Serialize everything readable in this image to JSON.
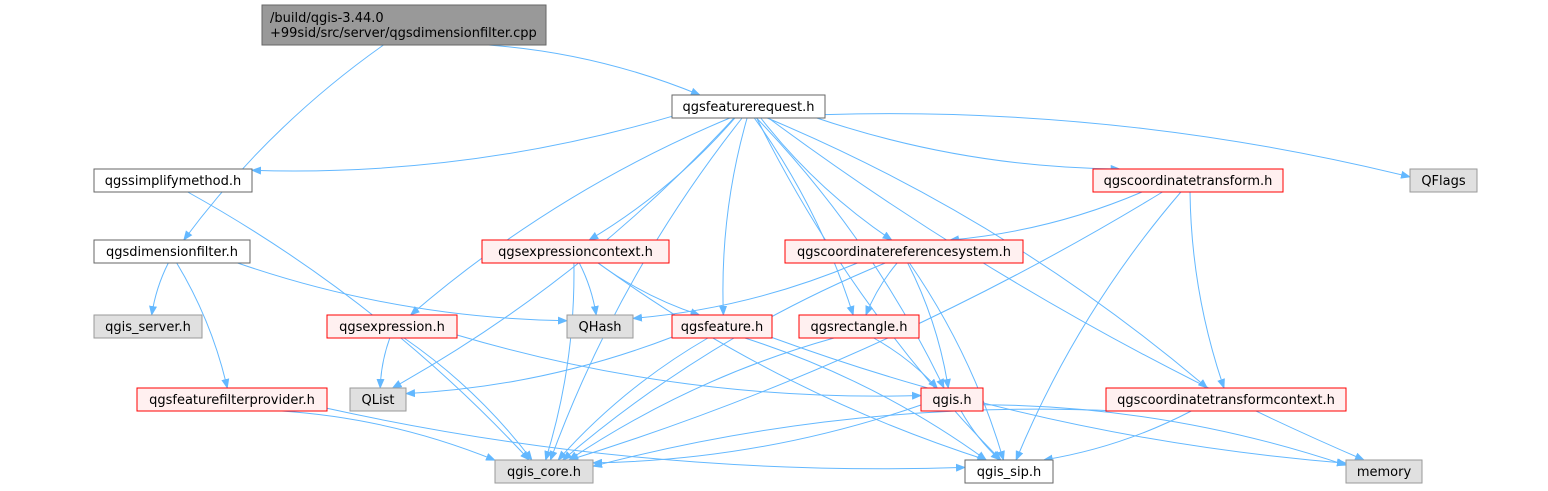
{
  "colors": {
    "edge": "#63b8ff",
    "root_fill": "#999999",
    "root_stroke": "#666666",
    "plain_fill": "#ffffff",
    "plain_stroke": "#666666",
    "red_fill": "#fff0f0",
    "red_stroke": "#ff0000",
    "gray_fill": "#e0e0e0",
    "gray_stroke": "#999999",
    "text": "#000000"
  },
  "nodes": [
    {
      "id": "root",
      "lines": [
        "/build/qgis-3.44.0",
        "+99sid/src/server/qgsdimensionfilter.cpp"
      ],
      "style": "root"
    },
    {
      "id": "featurerequest",
      "lines": [
        "qgsfeaturerequest.h"
      ],
      "style": "plain"
    },
    {
      "id": "simplifymethod",
      "lines": [
        "qgssimplifymethod.h"
      ],
      "style": "plain"
    },
    {
      "id": "dimensionfilter",
      "lines": [
        "qgsdimensionfilter.h"
      ],
      "style": "plain"
    },
    {
      "id": "coordtransform",
      "lines": [
        "qgscoordinatetransform.h"
      ],
      "style": "red"
    },
    {
      "id": "qflags",
      "lines": [
        "QFlags"
      ],
      "style": "gray"
    },
    {
      "id": "exprcontext",
      "lines": [
        "qgsexpressioncontext.h"
      ],
      "style": "red"
    },
    {
      "id": "crs",
      "lines": [
        "qgscoordinatereferencesystem.h"
      ],
      "style": "red"
    },
    {
      "id": "qgis_server",
      "lines": [
        "qgis_server.h"
      ],
      "style": "gray"
    },
    {
      "id": "qhash",
      "lines": [
        "QHash"
      ],
      "style": "gray"
    },
    {
      "id": "expression",
      "lines": [
        "qgsexpression.h"
      ],
      "style": "red"
    },
    {
      "id": "feature",
      "lines": [
        "qgsfeature.h"
      ],
      "style": "red"
    },
    {
      "id": "rectangle",
      "lines": [
        "qgsrectangle.h"
      ],
      "style": "red"
    },
    {
      "id": "featurefilterprovider",
      "lines": [
        "qgsfeaturefilterprovider.h"
      ],
      "style": "red"
    },
    {
      "id": "qlist",
      "lines": [
        "QList"
      ],
      "style": "gray"
    },
    {
      "id": "qgis",
      "lines": [
        "qgis.h"
      ],
      "style": "red"
    },
    {
      "id": "coordtransformcontext",
      "lines": [
        "qgscoordinatetransformcontext.h"
      ],
      "style": "red"
    },
    {
      "id": "qgis_core",
      "lines": [
        "qgis_core.h"
      ],
      "style": "gray"
    },
    {
      "id": "qgis_sip",
      "lines": [
        "qgis_sip.h"
      ],
      "style": "plain"
    },
    {
      "id": "memory",
      "lines": [
        "memory"
      ],
      "style": "gray"
    }
  ],
  "edges": [
    [
      "root",
      "featurerequest"
    ],
    [
      "root",
      "dimensionfilter"
    ],
    [
      "featurerequest",
      "simplifymethod"
    ],
    [
      "featurerequest",
      "qgis_core"
    ],
    [
      "featurerequest",
      "qlist"
    ],
    [
      "featurerequest",
      "expression"
    ],
    [
      "featurerequest",
      "exprcontext"
    ],
    [
      "featurerequest",
      "feature"
    ],
    [
      "featurerequest",
      "rectangle"
    ],
    [
      "featurerequest",
      "crs"
    ],
    [
      "featurerequest",
      "qgis"
    ],
    [
      "featurerequest",
      "coordtransform"
    ],
    [
      "featurerequest",
      "coordtransformcontext"
    ],
    [
      "featurerequest",
      "memory"
    ],
    [
      "featurerequest",
      "qflags"
    ],
    [
      "featurerequest",
      "qgis_sip"
    ],
    [
      "simplifymethod",
      "qgis_core"
    ],
    [
      "dimensionfilter",
      "qgis_server"
    ],
    [
      "dimensionfilter",
      "featurefilterprovider"
    ],
    [
      "dimensionfilter",
      "qhash"
    ],
    [
      "coordtransform",
      "crs"
    ],
    [
      "coordtransform",
      "coordtransformcontext"
    ],
    [
      "coordtransform",
      "qgis_core"
    ],
    [
      "coordtransform",
      "qgis_sip"
    ],
    [
      "exprcontext",
      "qhash"
    ],
    [
      "exprcontext",
      "feature"
    ],
    [
      "exprcontext",
      "qgis_core"
    ],
    [
      "exprcontext",
      "qgis_sip"
    ],
    [
      "crs",
      "qhash"
    ],
    [
      "crs",
      "rectangle"
    ],
    [
      "crs",
      "qgis"
    ],
    [
      "crs",
      "qgis_core"
    ],
    [
      "crs",
      "qgis_sip"
    ],
    [
      "expression",
      "qlist"
    ],
    [
      "expression",
      "qgis_core"
    ],
    [
      "expression",
      "qgis"
    ],
    [
      "feature",
      "qlist"
    ],
    [
      "feature",
      "qgis_core"
    ],
    [
      "feature",
      "qgis_sip"
    ],
    [
      "feature",
      "memory"
    ],
    [
      "rectangle",
      "qgis"
    ],
    [
      "rectangle",
      "qgis_core"
    ],
    [
      "featurefilterprovider",
      "qgis_core"
    ],
    [
      "featurefilterprovider",
      "qgis_sip"
    ],
    [
      "qgis",
      "qgis_core"
    ],
    [
      "qgis",
      "qgis_sip"
    ],
    [
      "qgis",
      "memory"
    ],
    [
      "coordtransformcontext",
      "qgis_core"
    ],
    [
      "coordtransformcontext",
      "qgis_sip"
    ]
  ]
}
